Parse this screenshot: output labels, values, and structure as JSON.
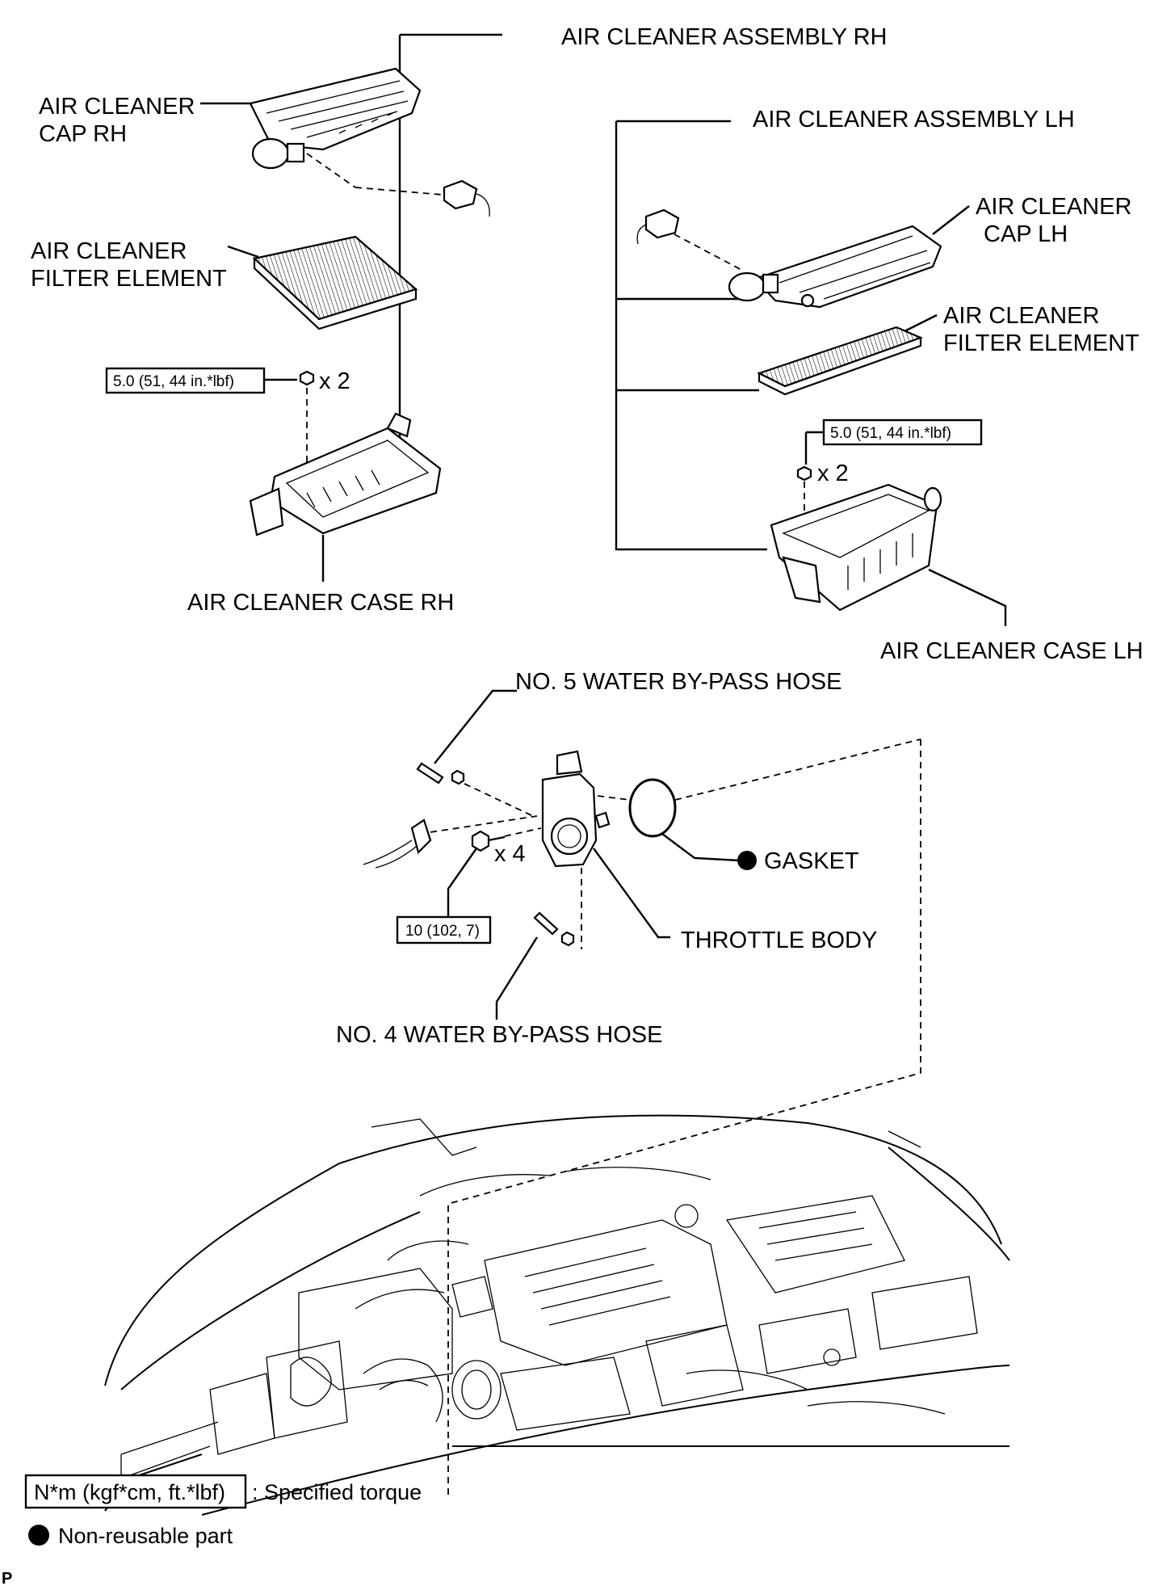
{
  "diagram": {
    "labels": {
      "assembly_rh": "AIR CLEANER ASSEMBLY RH",
      "cap_rh": [
        "AIR CLEANER",
        "CAP RH"
      ],
      "filter_rh": [
        "AIR CLEANER",
        "FILTER ELEMENT"
      ],
      "case_rh": "AIR CLEANER CASE RH",
      "assembly_lh": "AIR CLEANER ASSEMBLY LH",
      "cap_lh": [
        "AIR CLEANER",
        "CAP LH"
      ],
      "filter_lh": [
        "AIR CLEANER",
        "FILTER ELEMENT"
      ],
      "case_lh": "AIR CLEANER CASE LH",
      "hose5": "NO. 5 WATER BY-PASS HOSE",
      "hose4": "NO. 4 WATER BY-PASS HOSE",
      "gasket": "GASKET",
      "throttle": "THROTTLE BODY"
    },
    "torque": {
      "case_rh": "5.0 (51, 44 in.*lbf)",
      "case_lh": "5.0 (51, 44 in.*lbf)",
      "throttle_bolt": "10 (102, 7)"
    },
    "quantities": {
      "case_rh_nut": "x 2",
      "case_lh_nut": "x 2",
      "throttle_bolt": "x 4"
    }
  },
  "legend": {
    "torque_box": "N*m (kgf*cm, ft.*lbf)",
    "torque_text": ": Specified torque",
    "nonreusable_text": "Non-reusable part"
  },
  "footer_mark": "P"
}
